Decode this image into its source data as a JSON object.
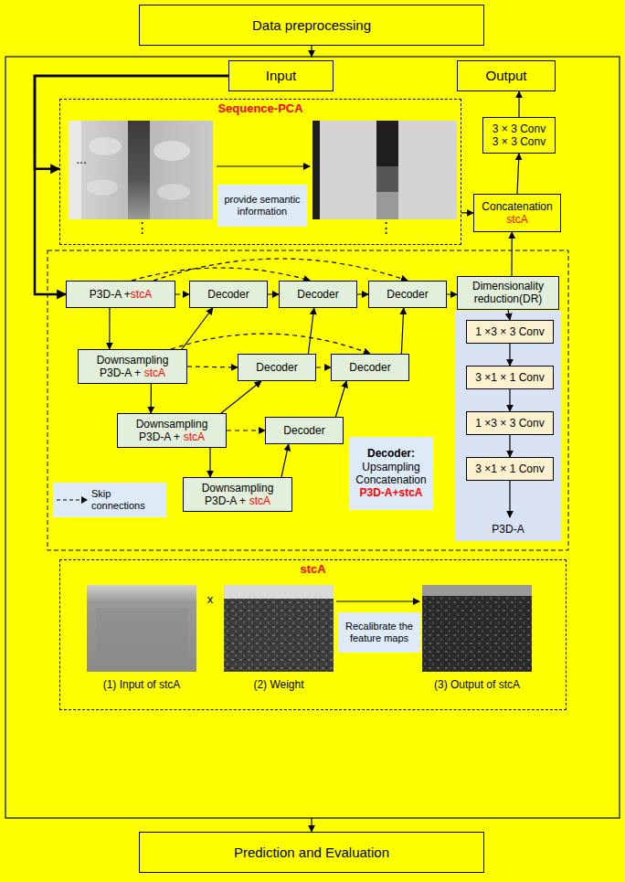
{
  "diagram": {
    "nodes": [
      {
        "text": [
          "Data preprocessing"
        ]
      },
      {
        "text": [
          "Input"
        ]
      },
      {
        "text": [
          "Output"
        ]
      },
      {
        "text": [
          "Sequence-PCA"
        ]
      },
      {
        "text": [
          "provide semantic information"
        ],
        "in": 3
      },
      {
        "text": [
          "3 × 3 Conv",
          "3 × 3 Conv"
        ]
      },
      {
        "text": [
          "Concatenation",
          "stcA"
        ]
      },
      {
        "text": [
          "P3D-A +",
          "stcA"
        ]
      },
      {
        "text": [
          "Decoder"
        ]
      },
      {
        "text": [
          "Decoder"
        ]
      },
      {
        "text": [
          "Decoder"
        ]
      },
      {
        "text": [
          "Dimensionality reduction(DR)"
        ]
      },
      {
        "text": [
          "Downsampling",
          "P3D-A +",
          "stcA"
        ]
      },
      {
        "text": [
          "Decoder"
        ]
      },
      {
        "text": [
          "Decoder"
        ]
      },
      {
        "text": [
          "P3D-A"
        ]
      },
      {
        "text": [
          "1 ×3 × 3 Conv"
        ],
        "in": 15
      },
      {
        "text": [
          "3 ×1 × 1 Conv"
        ],
        "in": 15
      },
      {
        "text": [
          "1 ×3 × 3 Conv"
        ],
        "in": 15
      },
      {
        "text": [
          "3 ×1 × 1 Conv"
        ],
        "in": 15
      },
      {
        "text": [
          "Downsampling",
          "P3D-A +",
          "stcA"
        ]
      },
      {
        "text": [
          "Decoder"
        ]
      },
      {
        "text": [
          "Decoder:",
          "Upsampling Concatenation",
          "P3D-A+stcA"
        ]
      },
      {
        "text": [
          "Downsampling",
          "P3D-A +",
          "stcA"
        ]
      },
      {
        "text": [
          "stcA"
        ]
      },
      {
        "text": [
          "Recalibrate the feature maps"
        ],
        "in": 24
      },
      {
        "text": [
          "Prediction and Evaluation"
        ]
      }
    ],
    "edges": [
      {
        "from": 1,
        "to": 3,
        "arrow": "to"
      },
      {
        "from": 1,
        "to": 7,
        "arrow": "to"
      },
      {
        "from": 3,
        "to": 6,
        "arrow": "to"
      },
      {
        "from": 6,
        "to": 5,
        "arrow": "to"
      },
      {
        "from": 5,
        "to": 2,
        "arrow": "to"
      },
      {
        "from": 11,
        "to": 6,
        "arrow": "to"
      },
      {
        "from": 7,
        "to": 12,
        "arrow": "to"
      },
      {
        "from": 12,
        "to": 20,
        "arrow": "to"
      },
      {
        "from": 20,
        "to": 23,
        "arrow": "to"
      },
      {
        "from": 7,
        "to": 8,
        "arrow": "to"
      },
      {
        "from": 8,
        "to": 9,
        "arrow": "to"
      },
      {
        "from": 9,
        "to": 10,
        "arrow": "to"
      },
      {
        "from": 12,
        "to": 13,
        "arrow": "to"
      },
      {
        "from": 13,
        "to": 14,
        "arrow": "to"
      },
      {
        "from": 20,
        "to": 21,
        "arrow": "to"
      },
      {
        "from": 7,
        "to": 9,
        "arrow": "to"
      },
      {
        "from": 7,
        "to": 10,
        "arrow": "to"
      },
      {
        "from": 12,
        "to": 14,
        "arrow": "to"
      },
      {
        "from": 12,
        "to": 8,
        "arrow": "to"
      },
      {
        "from": 20,
        "to": 13,
        "arrow": "to"
      },
      {
        "from": 13,
        "to": 9,
        "arrow": "to"
      },
      {
        "from": 23,
        "to": 21,
        "arrow": "to"
      },
      {
        "from": 21,
        "to": 14,
        "arrow": "to"
      },
      {
        "from": 14,
        "to": 10,
        "arrow": "to"
      },
      {
        "from": 10,
        "to": 11,
        "arrow": "to"
      },
      {
        "from": 11,
        "to": 16,
        "arrow": "to"
      },
      {
        "from": 16,
        "to": 17,
        "arrow": "to"
      },
      {
        "from": 17,
        "to": 18,
        "arrow": "to"
      },
      {
        "from": 18,
        "to": 19,
        "arrow": "to"
      }
    ],
    "labels": [
      "...",
      "⋮",
      "⋮",
      "x",
      "(1) Input of stcA",
      "(2) Weight",
      "(3) Output of stcA"
    ],
    "legend": [
      {
        "text": "Skip connections"
      }
    ]
  }
}
